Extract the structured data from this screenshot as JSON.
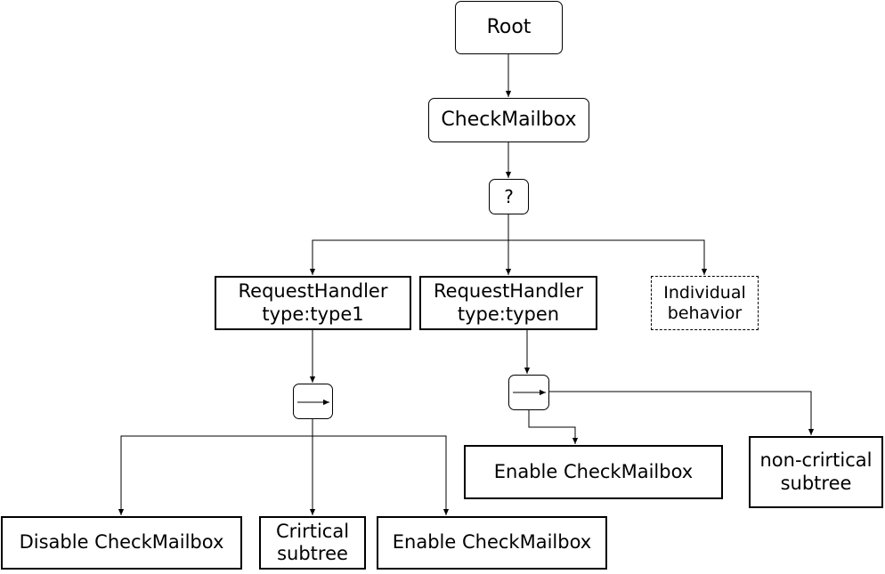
{
  "nodes": {
    "root": "Root",
    "check_mailbox": "CheckMailbox",
    "selector": "?",
    "request_handler_1": "RequestHandler\ntype:type1",
    "request_handler_n": "RequestHandler\ntype:typen",
    "individual_behavior": "Individual\nbehavior",
    "disable_check_mailbox": "Disable CheckMailbox",
    "critical_subtree": "Crirtical\nsubtree",
    "enable_check_mailbox_1": "Enable CheckMailbox",
    "enable_check_mailbox_2": "Enable CheckMailbox",
    "non_critical_subtree": "non-crirtical\nsubtree"
  },
  "sequence_icon": "right-arrow-icon",
  "colors": {
    "stroke": "#000000",
    "background": "#ffffff"
  }
}
